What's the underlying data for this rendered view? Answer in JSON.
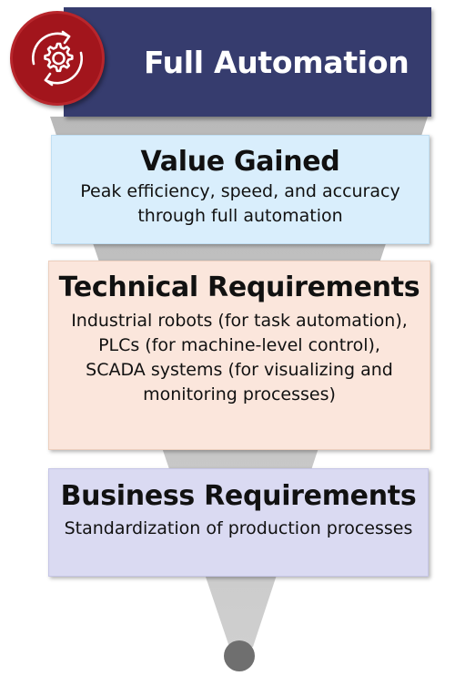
{
  "header": {
    "title": "Full Automation",
    "icon": "gear-cycle-icon"
  },
  "colors": {
    "header_bg": "#363c6e",
    "badge_bg": "#a2151c",
    "value_bg": "#d9eefc",
    "tech_bg": "#fbe6dc",
    "business_bg": "#dadaf2",
    "funnel": "#c3c3c3"
  },
  "sections": {
    "value": {
      "title": "Value Gained",
      "body": "Peak efficiency, speed, and accuracy through full automation"
    },
    "technical": {
      "title": "Technical Requirements",
      "body": "Industrial robots (for task automation), PLCs (for machine-level control), SCADA systems (for visualizing and monitoring processes)"
    },
    "business": {
      "title": "Business Requirements",
      "body": "Standardization of production processes"
    }
  }
}
